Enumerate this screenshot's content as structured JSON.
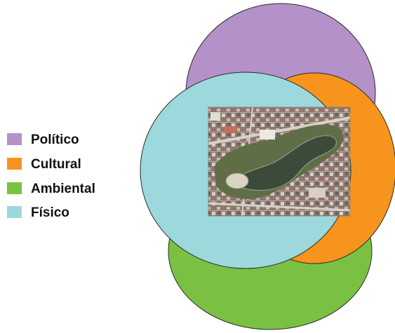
{
  "legend": {
    "items": [
      {
        "label": "Político",
        "color": "#b491c8"
      },
      {
        "label": "Cultural",
        "color": "#f7941d"
      },
      {
        "label": "Ambiental",
        "color": "#7ac143"
      },
      {
        "label": "Físico",
        "color": "#9cd8dc"
      }
    ]
  },
  "circles": [
    {
      "dimension": "Político",
      "color": "#b491c8"
    },
    {
      "dimension": "Cultural",
      "color": "#f7941d"
    },
    {
      "dimension": "Ambiental",
      "color": "#7ac143"
    },
    {
      "dimension": "Físico",
      "color": "#9cd8dc"
    }
  ],
  "photo": {
    "subject": "aerial satellite view of urban park with lagoon"
  }
}
